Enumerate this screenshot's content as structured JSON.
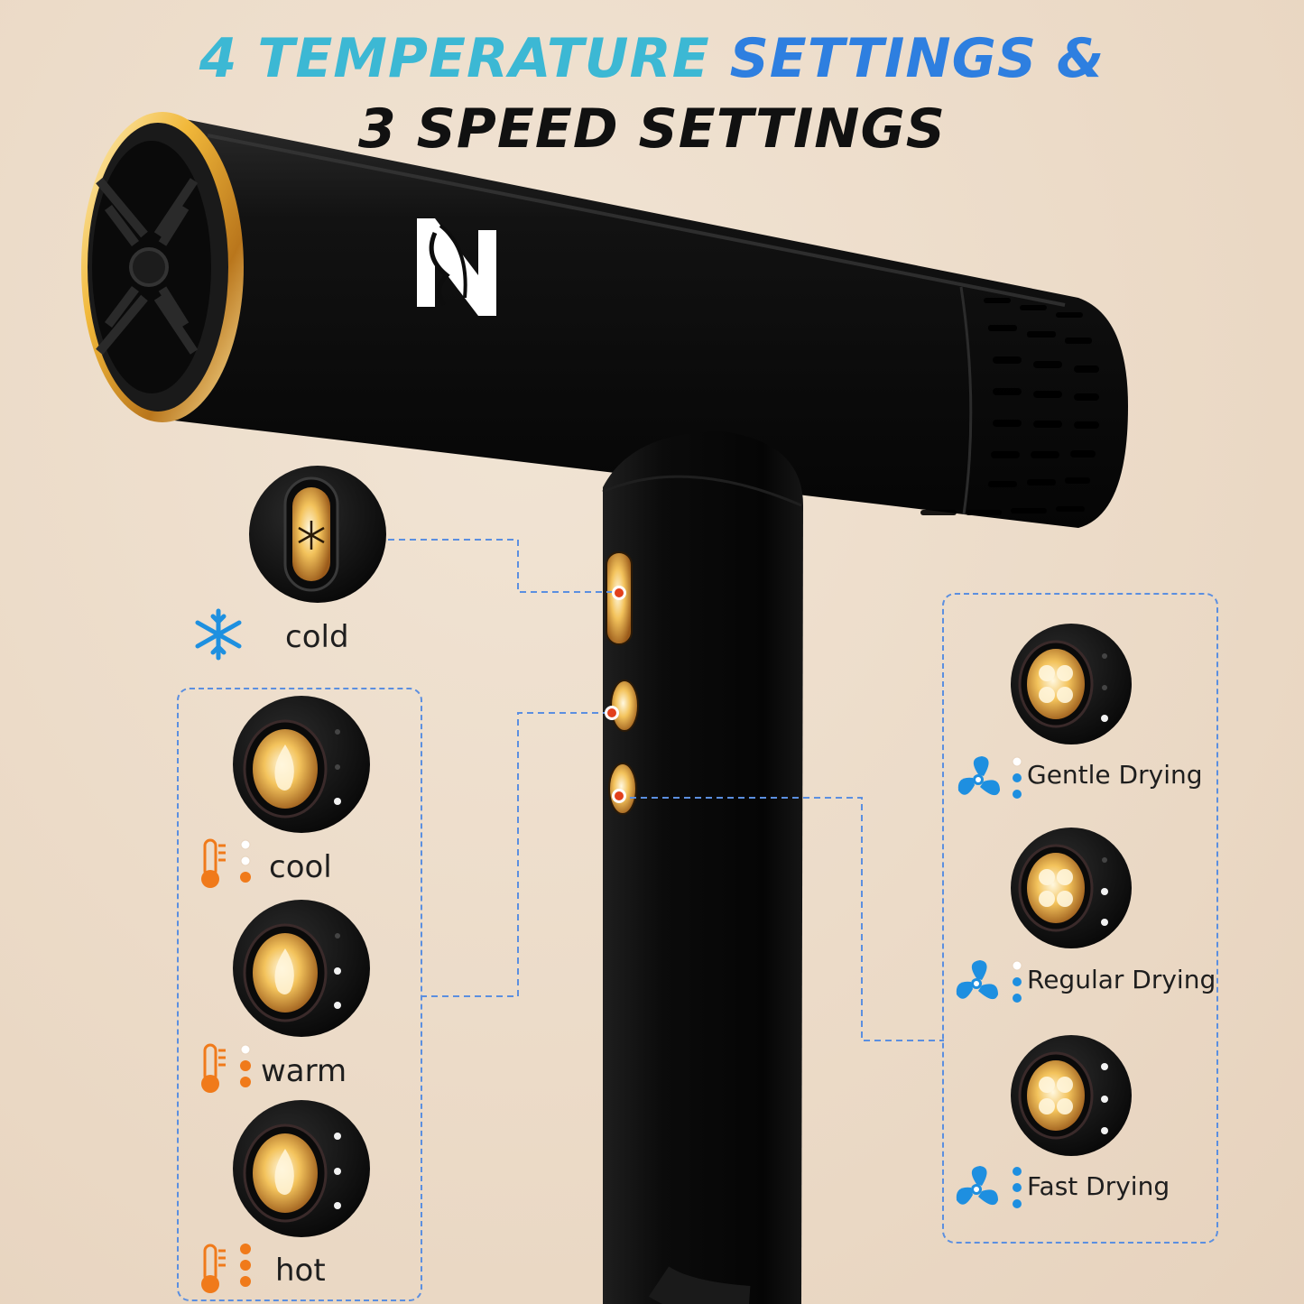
{
  "headline": {
    "line1_part1": "4 TEMPERATURE",
    "line1_part2": "SETTINGS &",
    "line2": "3 SPEED SETTINGS",
    "colors": {
      "part1": "#3cb8d4",
      "part2": "#2e7fe0",
      "line2": "#111111"
    }
  },
  "product": {
    "brand_logo_icon": "stylized-letter-n-face-logo",
    "ring_color": "#d9a22a",
    "body_color": "#0d0d0d"
  },
  "temperature_settings": {
    "cold": {
      "label": "cold",
      "icon": "snowflake-icon",
      "accent": "#1e90e0"
    },
    "levels": [
      {
        "label": "cool",
        "icon": "thermometer-icon",
        "lit_dots": 1,
        "dots": 3
      },
      {
        "label": "warm",
        "icon": "thermometer-icon",
        "lit_dots": 2,
        "dots": 3
      },
      {
        "label": "hot",
        "icon": "thermometer-icon",
        "lit_dots": 3,
        "dots": 3
      }
    ],
    "accent": "#f07a1a"
  },
  "speed_settings": {
    "levels": [
      {
        "label": "Gentle Drying",
        "icon": "fan-icon",
        "lit_dots": 1,
        "dots": 3
      },
      {
        "label": "Regular Drying",
        "icon": "fan-icon",
        "lit_dots": 2,
        "dots": 3
      },
      {
        "label": "Fast Drying",
        "icon": "fan-icon",
        "lit_dots": 3,
        "dots": 3
      }
    ],
    "accent": "#1e8fe0"
  },
  "connector_color": "#5b8fe0",
  "marker_color": "#e2401c"
}
